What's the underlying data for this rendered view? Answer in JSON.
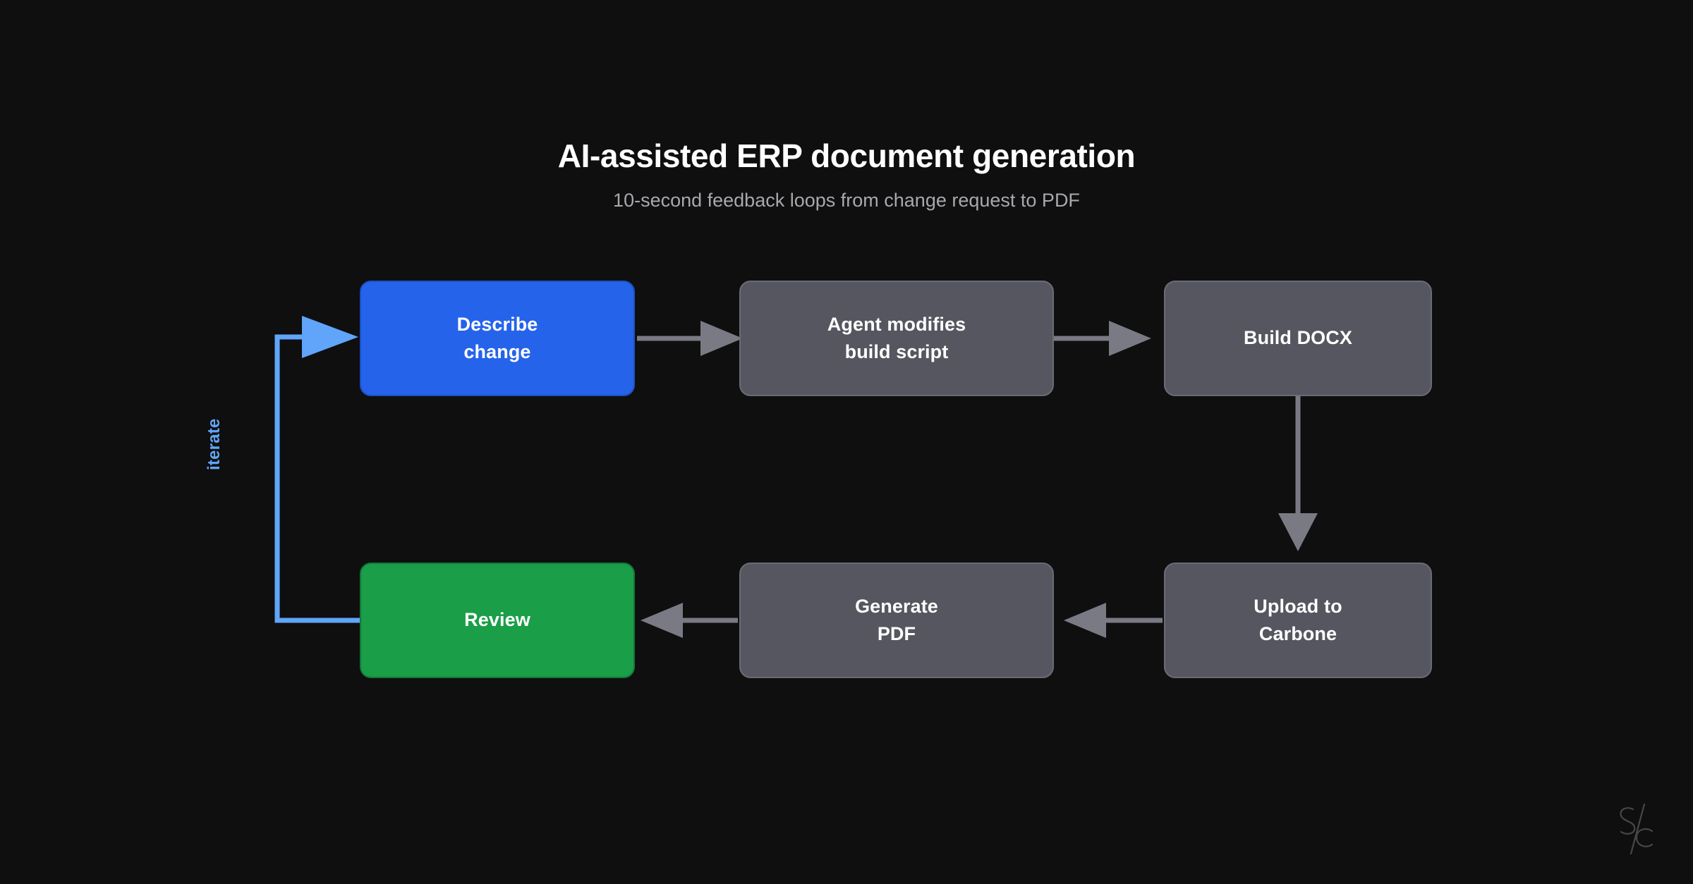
{
  "header": {
    "title": "AI-assisted ERP document generation",
    "subtitle": "10-second feedback loops from change request to PDF"
  },
  "colors": {
    "background": "#0f0f0f",
    "node_gray": "#565660",
    "node_gray_border": "#6b6b75",
    "node_blue": "#2563eb",
    "node_blue_border": "#1d51c4",
    "node_green": "#1a9e47",
    "node_green_border": "#13783a",
    "arrow_gray": "#7a7a84",
    "loop_blue": "#60a5fa",
    "title_text": "#ffffff",
    "subtitle_text": "#a8a8ae",
    "node_text": "#ffffff",
    "watermark": "#555558"
  },
  "diagram": {
    "type": "flowchart",
    "nodes": [
      {
        "id": "describe",
        "label": "Describe\nchange",
        "style": "blue",
        "row": "top",
        "column": 1
      },
      {
        "id": "agent",
        "label": "Agent modifies\nbuild script",
        "style": "gray",
        "row": "top",
        "column": 2
      },
      {
        "id": "builddocx",
        "label": "Build DOCX",
        "style": "gray",
        "row": "top",
        "column": 3
      },
      {
        "id": "upload",
        "label": "Upload to\nCarbone",
        "style": "gray",
        "row": "bottom",
        "column": 3
      },
      {
        "id": "genpdf",
        "label": "Generate\nPDF",
        "style": "gray",
        "row": "bottom",
        "column": 2
      },
      {
        "id": "review",
        "label": "Review",
        "style": "green",
        "row": "bottom",
        "column": 1
      }
    ],
    "edges": [
      {
        "from": "describe",
        "to": "agent",
        "label": "",
        "color": "gray",
        "direction": "right"
      },
      {
        "from": "agent",
        "to": "builddocx",
        "label": "",
        "color": "gray",
        "direction": "right"
      },
      {
        "from": "builddocx",
        "to": "upload",
        "label": "",
        "color": "gray",
        "direction": "down"
      },
      {
        "from": "upload",
        "to": "genpdf",
        "label": "",
        "color": "gray",
        "direction": "left"
      },
      {
        "from": "genpdf",
        "to": "review",
        "label": "",
        "color": "gray",
        "direction": "left"
      },
      {
        "from": "review",
        "to": "describe",
        "label": "iterate",
        "color": "blue",
        "direction": "loop-left-up"
      }
    ],
    "loop_label": "iterate"
  },
  "watermark": {
    "name": "sc-monogram"
  }
}
